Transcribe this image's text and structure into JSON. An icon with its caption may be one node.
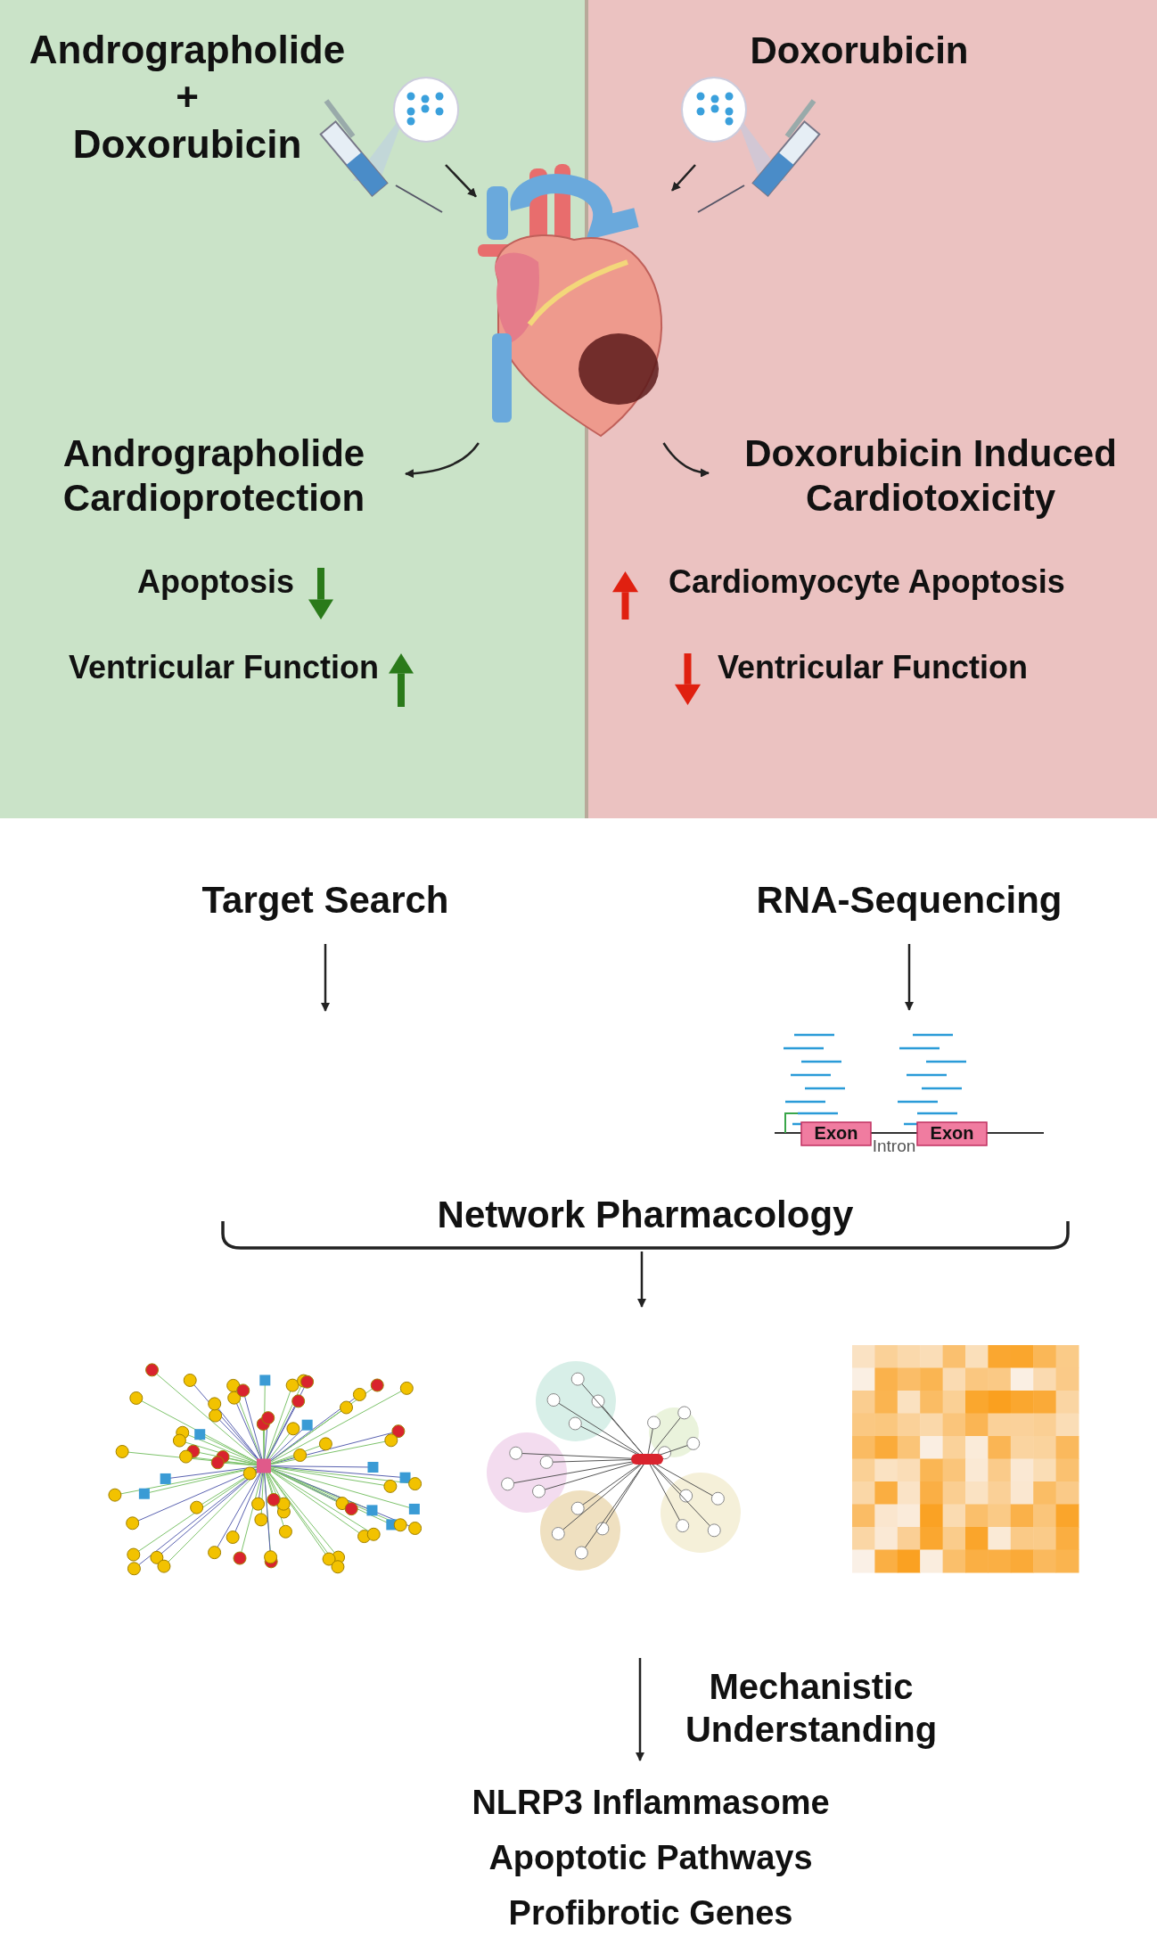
{
  "diagram": {
    "nodes": [
      {
        "text": [],
        "shape": "box"
      },
      {
        "text": [
          "Andrographolide + Doxorubicin"
        ],
        "in": 0
      },
      {
        "text": [],
        "shape": "picture",
        "in": 0
      },
      {
        "text": [],
        "shape": "box"
      },
      {
        "text": [
          "Doxorubicin"
        ],
        "in": 3
      },
      {
        "text": [],
        "shape": "picture",
        "in": 3
      },
      {
        "text": [],
        "shape": "picture"
      },
      {
        "text": [
          "Andrographolide Cardioprotection"
        ],
        "in": 0
      },
      {
        "text": [
          "Doxorubicin Induced Cardiotoxicity"
        ],
        "in": 3
      },
      {
        "text": [
          "Target Search"
        ]
      },
      {
        "text": [
          "RNA-Sequencing"
        ]
      },
      {
        "text": [
          "Exon",
          "Intron",
          "Exon"
        ]
      },
      {
        "text": [
          "Network Pharmacology"
        ]
      },
      {
        "text": [],
        "shape": "picture"
      },
      {
        "text": [],
        "shape": "picture"
      },
      {
        "text": [],
        "shape": "picture"
      },
      {
        "text": [
          "NLRP3 Inflammasome",
          "Apoptotic Pathways",
          "Profibrotic Genes"
        ]
      }
    ],
    "edges": [
      {
        "from": 2,
        "to": 6,
        "arrow": "to"
      },
      {
        "from": 5,
        "to": 6,
        "arrow": "to"
      },
      {
        "from": 6,
        "to": 7,
        "arrow": "to"
      },
      {
        "from": 6,
        "to": 8,
        "arrow": "to"
      },
      {
        "from": 9,
        "to": null,
        "arrow": "to"
      },
      {
        "from": 10,
        "to": 11,
        "arrow": "to"
      },
      {
        "from": 12,
        "to": 14,
        "arrow": "to"
      },
      {
        "from": null,
        "to": 16,
        "arrow": "to",
        "label": "Mechanistic Understanding"
      }
    ],
    "labels": [
      "Apoptosis",
      "Ventricular Function",
      "Cardiomyocyte Apoptosis",
      "Ventricular Function"
    ]
  }
}
